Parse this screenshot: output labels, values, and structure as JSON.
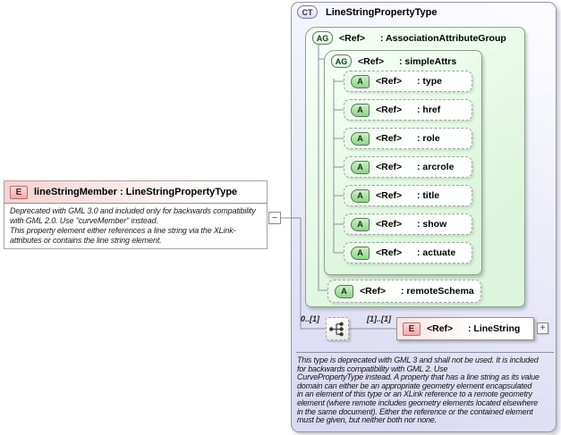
{
  "element_box": {
    "badge": "E",
    "title": "lineStringMember : LineStringPropertyType",
    "annotation_lines": [
      "Deprecated with GML 3.0 and included only for backwards compatibility",
      "with GML 2.0. Use \"curveMember\" instead.",
      "This property element either references a line string via the XLink-",
      "attributes or contains the line string element."
    ]
  },
  "toggles": {
    "collapse": "−",
    "expand": "+"
  },
  "complex_type": {
    "badge": "CT",
    "title": "LineStringPropertyType",
    "association_group": {
      "badge": "AG",
      "ref": "<Ref>",
      "name": ": AssociationAttributeGroup",
      "simple_attrs": {
        "badge": "AG",
        "ref": "<Ref>",
        "name": ": simpleAttrs",
        "attributes": [
          {
            "badge": "A",
            "ref": "<Ref>",
            "name": ": type"
          },
          {
            "badge": "A",
            "ref": "<Ref>",
            "name": ": href"
          },
          {
            "badge": "A",
            "ref": "<Ref>",
            "name": ": role"
          },
          {
            "badge": "A",
            "ref": "<Ref>",
            "name": ": arcrole"
          },
          {
            "badge": "A",
            "ref": "<Ref>",
            "name": ": title"
          },
          {
            "badge": "A",
            "ref": "<Ref>",
            "name": ": show"
          },
          {
            "badge": "A",
            "ref": "<Ref>",
            "name": ": actuate"
          }
        ]
      },
      "remote_schema": {
        "badge": "A",
        "ref": "<Ref>",
        "name": ": remoteSchema"
      }
    },
    "sequence": {
      "cardinality_left": "0..[1]",
      "cardinality_right": "[1]..[1]",
      "element": {
        "badge": "E",
        "ref": "<Ref>",
        "name": ": LineString"
      }
    },
    "annotation_lines": [
      "This type is deprecated with GML 3 and shall not be used. It is included",
      "for backwards compatibility with GML 2. Use",
      "CurvePropertyType instead. A property that has a line string as its value",
      "domain can either be an appropriate geometry element encapsulated",
      "in an element of this type or an XLink reference to a remote geometry",
      "element (where remote includes geometry elements located elsewhere",
      "in the same document). Either the reference or the contained element",
      "must be given, but neither both nor none."
    ]
  },
  "icons": {
    "sequence": "sequence-model-group-icon",
    "collapse": "minus-icon",
    "expand": "plus-icon"
  },
  "colors": {
    "complex_type_fill": "#dcdcf4",
    "group_fill": "#dcf5dc",
    "attribute_badge": "#8ed488",
    "element_badge": "#f3a8a8",
    "element_header": "#f6d0d0",
    "border": "#999999"
  }
}
